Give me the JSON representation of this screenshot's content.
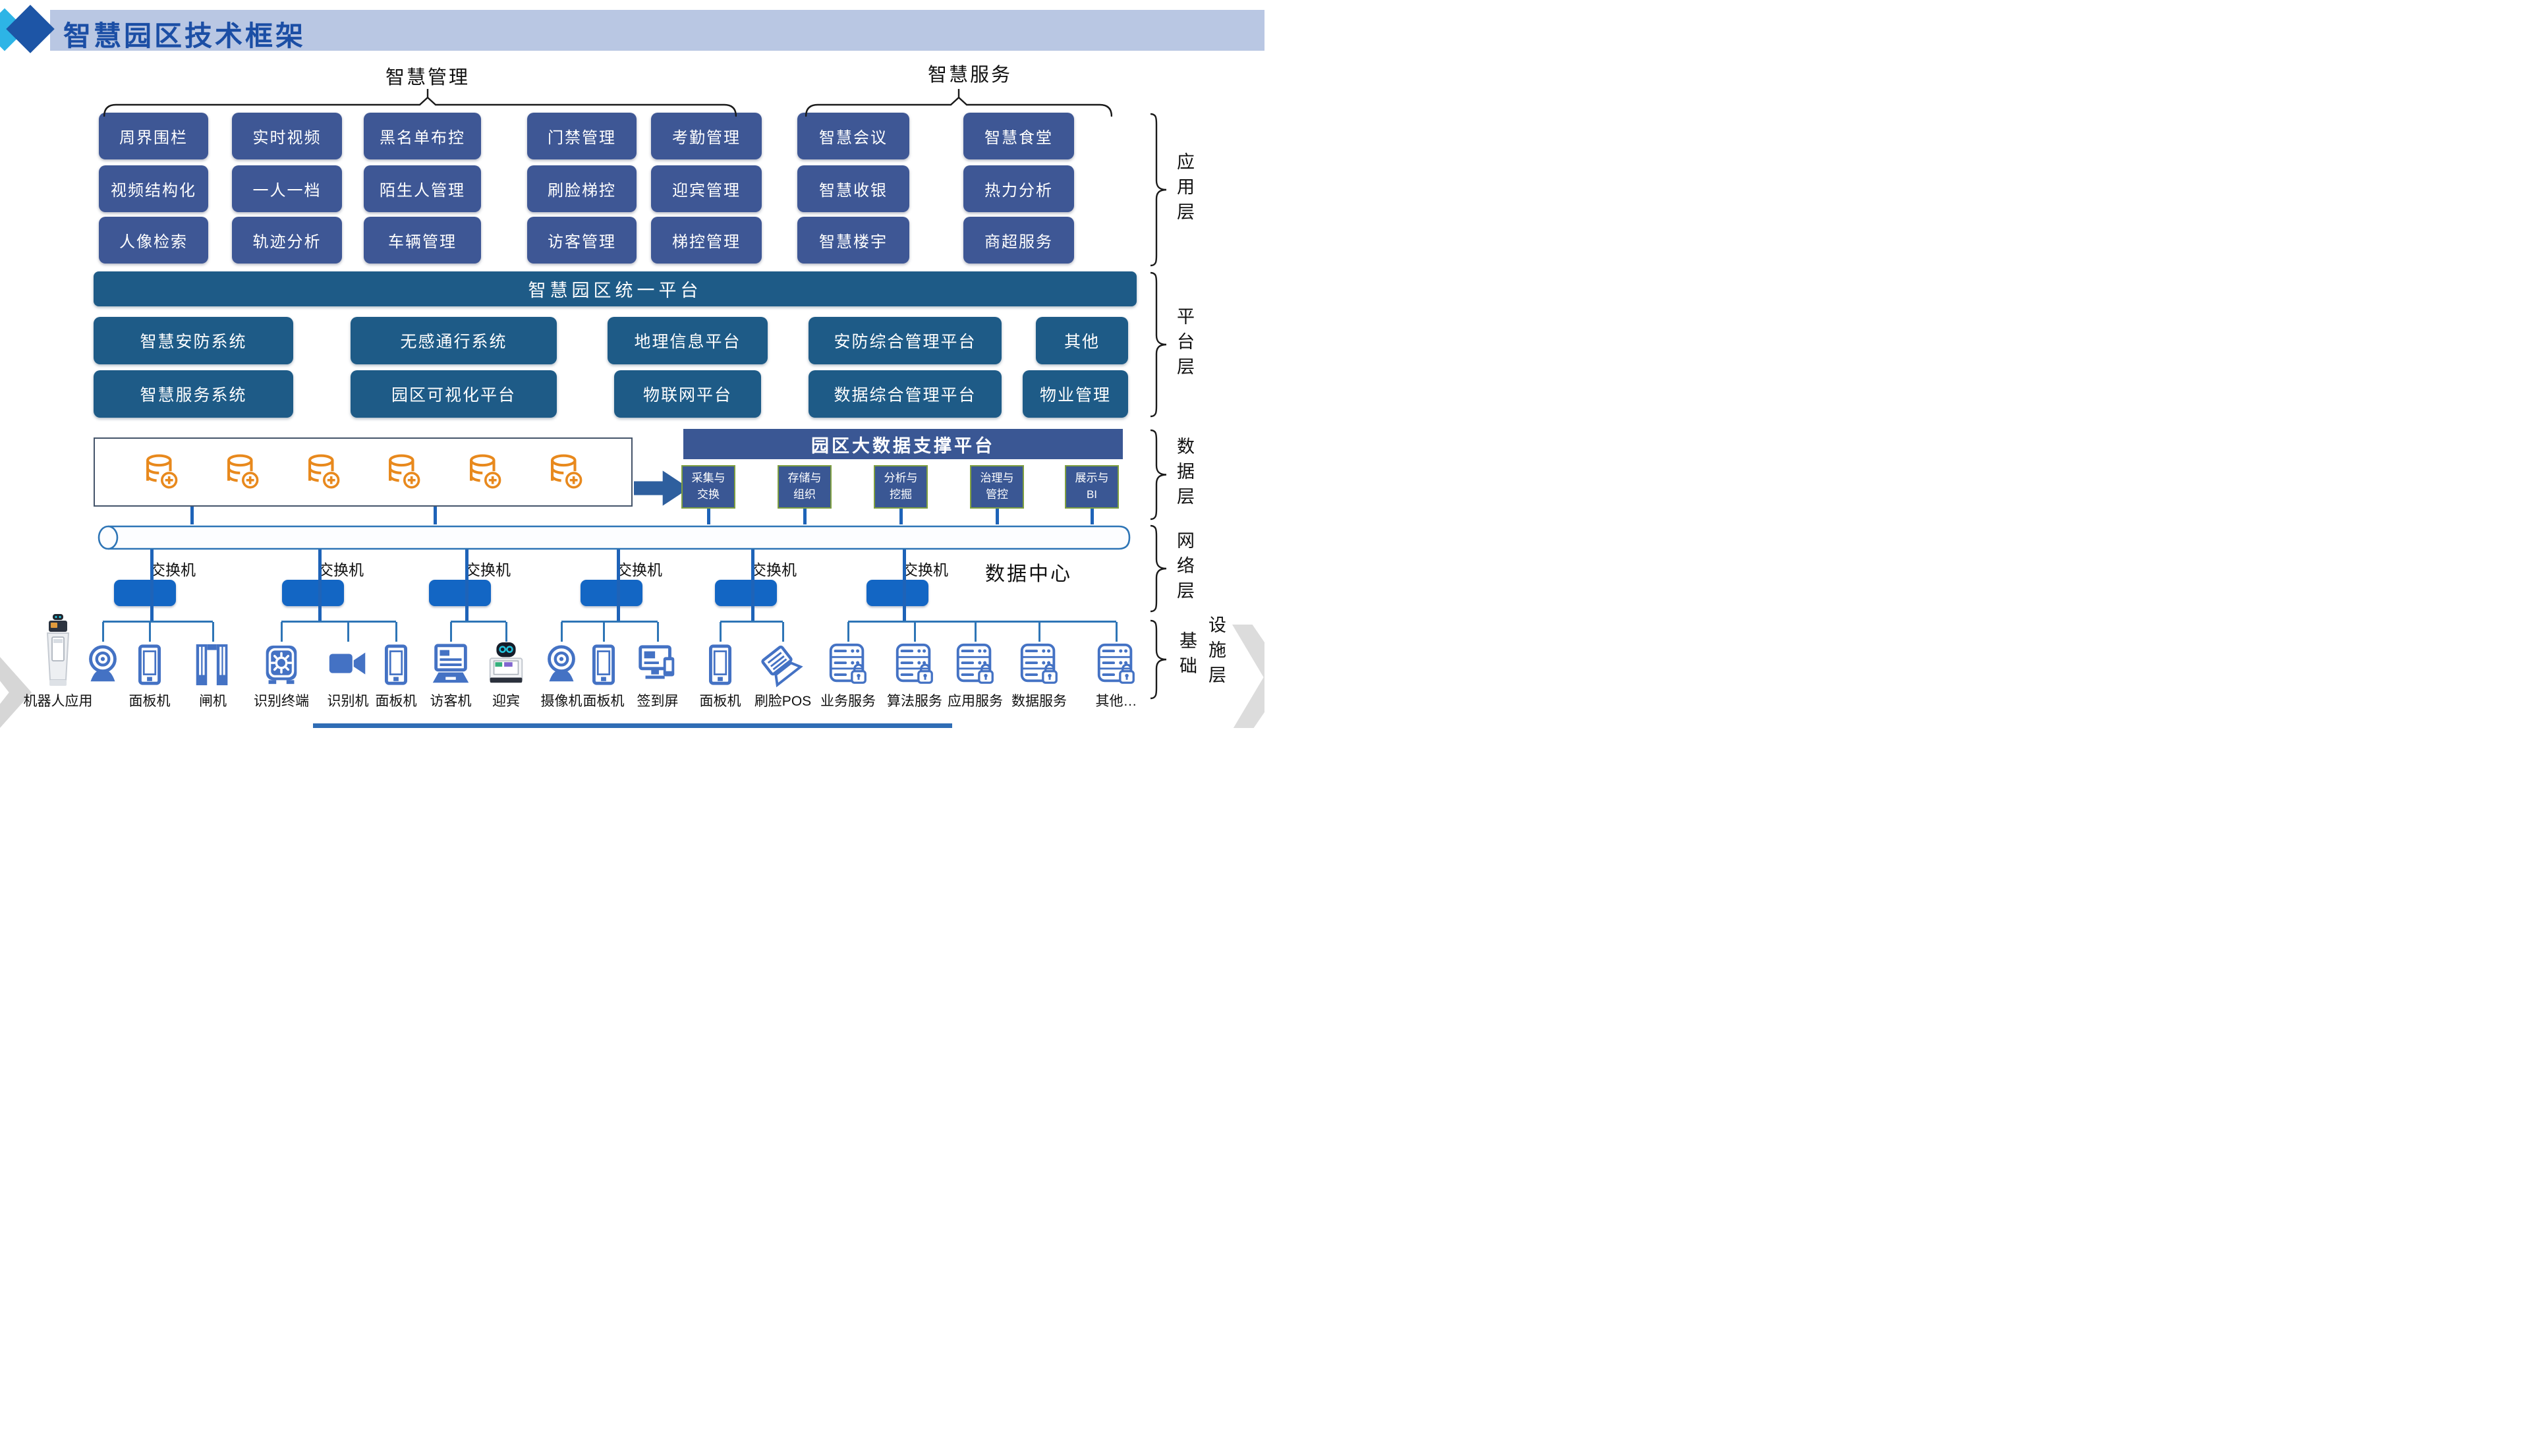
{
  "header": {
    "title": "智慧园区技术框架"
  },
  "groups": {
    "management": "智慧管理",
    "service": "智慧服务"
  },
  "layer_labels": {
    "application": "应用层",
    "platform": "平台层",
    "data": "数据层",
    "network": "网络层",
    "infrastructure_left": "基础",
    "infrastructure_right": "设施层"
  },
  "application": {
    "management_rows": [
      [
        "周界围栏",
        "实时视频",
        "黑名单布控",
        "门禁管理",
        "考勤管理"
      ],
      [
        "视频结构化",
        "一人一档",
        "陌生人管理",
        "刷脸梯控",
        "迎宾管理"
      ],
      [
        "人像检索",
        "轨迹分析",
        "车辆管理",
        "访客管理",
        "梯控管理"
      ]
    ],
    "service_rows": [
      [
        "智慧会议",
        "智慧食堂"
      ],
      [
        "智慧收银",
        "热力分析"
      ],
      [
        "智慧楼宇",
        "商超服务"
      ]
    ]
  },
  "platform": {
    "unified_bar": "智慧园区统一平台",
    "rows": [
      [
        "智慧安防系统",
        "无感通行系统",
        "地理信息平台",
        "安防综合管理平台",
        "其他"
      ],
      [
        "智慧服务系统",
        "园区可视化平台",
        "物联网平台",
        "数据综合管理平台",
        "物业管理"
      ]
    ]
  },
  "data": {
    "bigdata_title": "园区大数据支撑平台",
    "database_icon": "database-icon",
    "database_count": 6,
    "modules": [
      {
        "line1": "采集与",
        "line2": "交换"
      },
      {
        "line1": "存储与",
        "line2": "组织"
      },
      {
        "line1": "分析与",
        "line2": "挖掘"
      },
      {
        "line1": "治理与",
        "line2": "管控"
      },
      {
        "line1": "展示与",
        "line2": "BI"
      }
    ]
  },
  "network": {
    "switch_label": "交换机",
    "switch_count": 6,
    "datacenter_label": "数据中心"
  },
  "devices": [
    {
      "icon": "robot-kiosk-icon",
      "label": "机器人应用"
    },
    {
      "icon": "dome-camera-icon",
      "label": ""
    },
    {
      "icon": "panel-tablet-icon",
      "label": "面板机"
    },
    {
      "icon": "gate-icon",
      "label": "闸机"
    },
    {
      "icon": "recognition-terminal-icon",
      "label": "识别终端"
    },
    {
      "icon": "video-camera-icon",
      "label": "识别机"
    },
    {
      "icon": "panel-tablet-icon",
      "label": "面板机"
    },
    {
      "icon": "laptop-icon",
      "label": "访客机"
    },
    {
      "icon": "welcome-robot-icon",
      "label": "迎宾"
    },
    {
      "icon": "dome-camera-icon",
      "label": "摄像机"
    },
    {
      "icon": "panel-tablet-icon",
      "label": "面板机"
    },
    {
      "icon": "signin-screen-icon",
      "label": "签到屏"
    },
    {
      "icon": "panel-tablet-icon",
      "label": "面板机"
    },
    {
      "icon": "face-pos-icon",
      "label": "刷脸POS"
    },
    {
      "icon": "server-icon",
      "label": "业务服务"
    },
    {
      "icon": "server-icon",
      "label": "算法服务"
    },
    {
      "icon": "server-icon",
      "label": "应用服务"
    },
    {
      "icon": "server-icon",
      "label": "数据服务"
    },
    {
      "icon": "server-icon",
      "label": "其他…"
    }
  ],
  "colors": {
    "header_band": "#b9c7e3",
    "title": "#1b4ea5",
    "app_button": "#3e5795",
    "platform_box": "#1e5b87",
    "bigdata": "#3a5794",
    "module_border": "#7f9f40",
    "database": "#e8891d",
    "switch": "#1366c4",
    "line": "#2e75b6",
    "device": "#4472c4"
  }
}
